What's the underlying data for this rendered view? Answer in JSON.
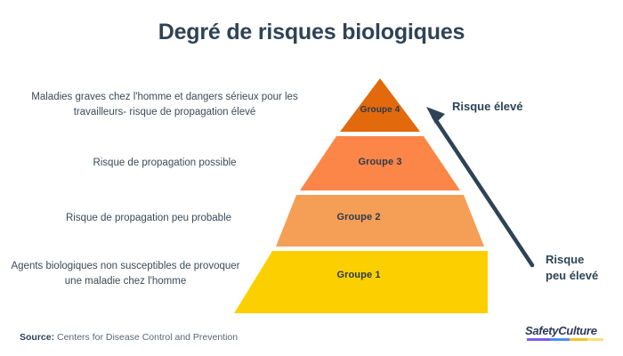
{
  "title": "Degré de risques biologiques",
  "pyramid": {
    "tiers": [
      {
        "id": "groupe-4",
        "label": "Groupe 4",
        "description": "Maladies graves chez l'homme et dangers sérieux pour les travailleurs- risque de propagation élevé",
        "color": "#e2690c"
      },
      {
        "id": "groupe-3",
        "label": "Groupe 3",
        "description": "Risque de propagation possible",
        "color": "#fb8648"
      },
      {
        "id": "groupe-2",
        "label": "Groupe 2",
        "description": "Risque de propagation peu probable",
        "color": "#f59e55"
      },
      {
        "id": "groupe-1",
        "label": "Groupe 1",
        "description": "Agents biologiques non susceptibles de provoquer une maladie chez l'homme",
        "color": "#fcd000"
      }
    ]
  },
  "annotations": {
    "high_risk": "Risque élevé",
    "low_risk_line1": "Risque",
    "low_risk_line2": "peu élevé",
    "arrow_color": "#2e4355"
  },
  "footer": {
    "source_label": "Source:",
    "source_text": " Centers for Disease Control and Prevention",
    "logo_text": "SafetyCulture",
    "logo_colors": [
      "#7b5cf0",
      "#4f8df7",
      "#f2c230",
      "#f7e07a"
    ]
  },
  "colors": {
    "title": "#2e4355",
    "body_text": "#3c4a58",
    "background": "#ffffff"
  }
}
